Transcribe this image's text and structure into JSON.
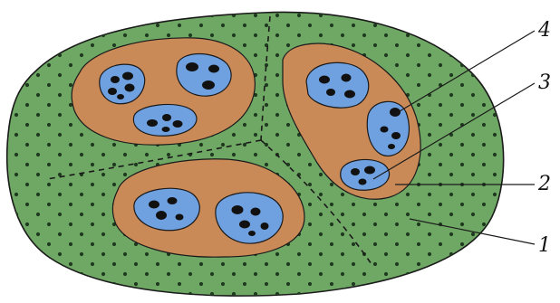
{
  "colors": {
    "outer": "#6fa865",
    "outer_stroke": "#1a1a1a",
    "dot": "#1f3a1f",
    "bundle": "#c98a58",
    "cluster": "#6fa0e0",
    "spot": "#111111",
    "line": "#1a1a1a"
  },
  "labels": [
    {
      "id": "label-1",
      "text": "1"
    },
    {
      "id": "label-2",
      "text": "2"
    },
    {
      "id": "label-3",
      "text": "3"
    },
    {
      "id": "label-4",
      "text": "4"
    }
  ]
}
